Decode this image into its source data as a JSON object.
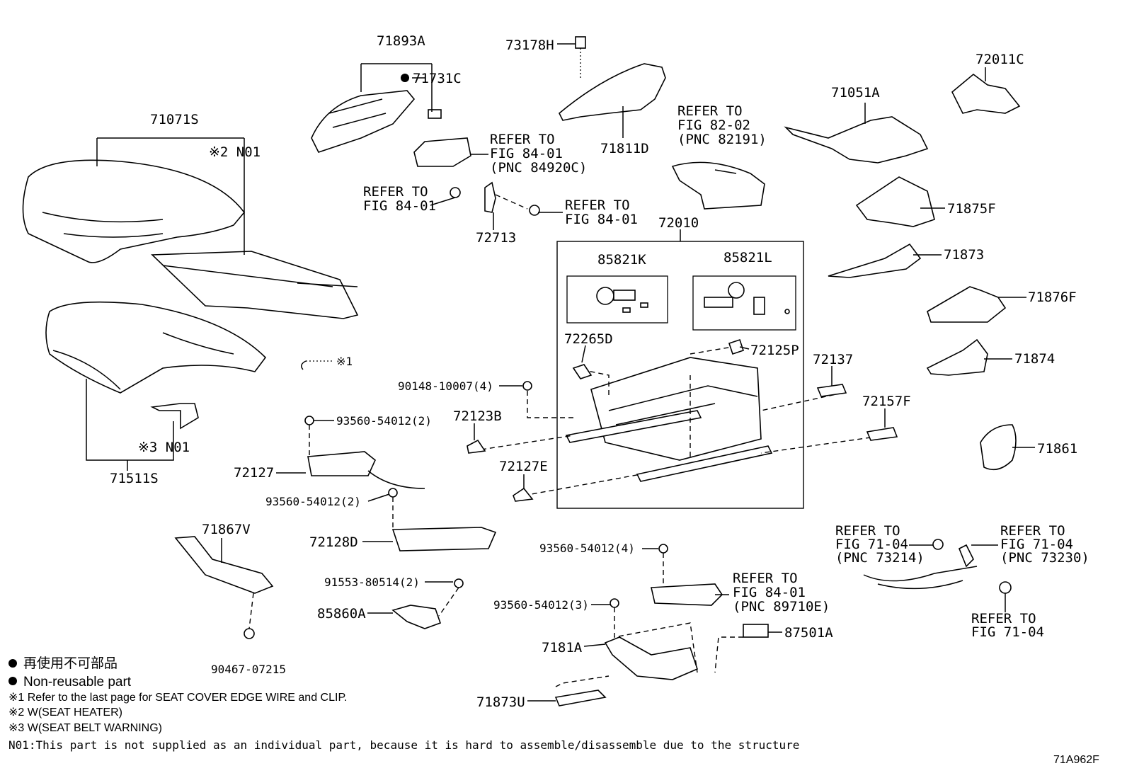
{
  "diagram_code": "71A962F",
  "legend": {
    "bullet_jp": "再使用不可部品",
    "bullet_en": "Non-reusable part",
    "note1": "※1 Refer to the last page for SEAT COVER EDGE WIRE and CLIP.",
    "note2": "※2 W(SEAT HEATER)",
    "note3": "※3 W(SEAT BELT WARNING)",
    "n01": "N01:This part is not supplied as an individual part, because it is hard to assemble/disassemble due to the structure"
  },
  "callouts": {
    "p71893A": "71893A",
    "p71731C": "71731C",
    "p73178H": "73178H",
    "p71811D": "71811D",
    "p72011C": "72011C",
    "p71051A": "71051A",
    "p71071S": "71071S",
    "n01_heater": "※2 N01",
    "n01_belt": "※3 N01",
    "p71511S": "71511S",
    "ref_84920c_1": "REFER TO",
    "ref_84920c_2": "FIG 84-01",
    "ref_84920c_3": "(PNC 84920C)",
    "ref_8401a_1": "REFER TO",
    "ref_8401a_2": "FIG 84-01",
    "ref_8401b_1": "REFER TO",
    "ref_8401b_2": "FIG 84-01",
    "p72713": "72713",
    "ref_82191_1": "REFER TO",
    "ref_82191_2": "FIG 82-02",
    "ref_82191_3": "(PNC 82191)",
    "p71875F": "71875F",
    "p72010": "72010",
    "p85821K": "85821K",
    "p85821L": "85821L",
    "p71873": "71873",
    "p71876F": "71876F",
    "p72265D": "72265D",
    "p72125P": "72125P",
    "p72137": "72137",
    "p71874": "71874",
    "star1": "※1",
    "p90148": "90148-10007(4)",
    "p72123B": "72123B",
    "p72157F": "72157F",
    "p93560a": "93560-54012(2)",
    "p72127": "72127",
    "p72127E": "72127E",
    "p71861": "71861",
    "p93560b": "93560-54012(2)",
    "p72128D": "72128D",
    "p71867V": "71867V",
    "p93560c": "93560-54012(4)",
    "ref_89710e_1": "REFER TO",
    "ref_89710e_2": "FIG 84-01",
    "ref_89710e_3": "(PNC 89710E)",
    "ref_73214_1": "REFER TO",
    "ref_73214_2": "FIG 71-04",
    "ref_73214_3": "(PNC 73214)",
    "ref_73230_1": "REFER TO",
    "ref_73230_2": "FIG 71-04",
    "ref_73230_3": "(PNC 73230)",
    "p91553": "91553-80514(2)",
    "p85860A": "85860A",
    "p93560d": "93560-54012(3)",
    "ref_7104_1": "REFER TO",
    "ref_7104_2": "FIG 71-04",
    "p87501A": "87501A",
    "p7181A": "7181A",
    "p90467": "90467-07215",
    "p71873U": "71873U"
  }
}
